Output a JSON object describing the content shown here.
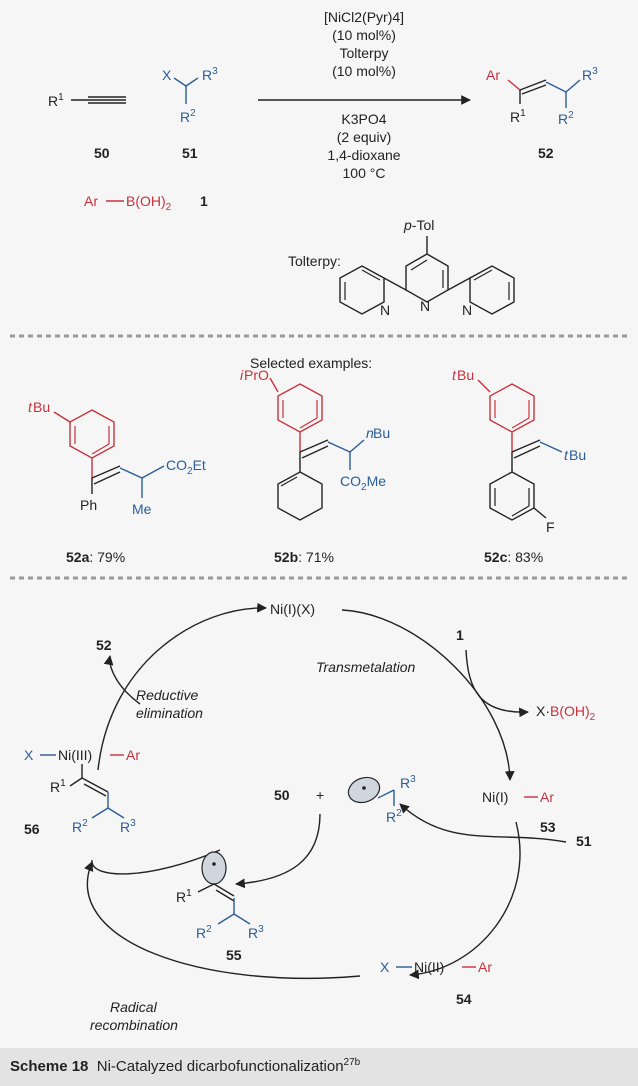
{
  "scheme": {
    "reagents": [
      "[NiCl2(Pyr)4]",
      "(10 mol%)",
      "Tolterpy",
      "(10 mol%)",
      "K3PO4",
      "(2 equiv)",
      "1,4-dioxane",
      "100 °C"
    ],
    "labels": {
      "r1": "R",
      "x": "X",
      "r2": "R",
      "r3": "R",
      "ar": "Ar",
      "boron": "B(OH)",
      "c50": "50",
      "c51": "51",
      "c52": "52",
      "c1": "1"
    },
    "tolterpy_label": "Tolterpy:",
    "ptol": "p-Tol",
    "n_atom": "N"
  },
  "examples": {
    "heading": "Selected examples:",
    "items": [
      {
        "id": "52a",
        "yield": ": 79%",
        "subs": [
          "tBu",
          "CO2Et",
          "Ph",
          "Me"
        ]
      },
      {
        "id": "52b",
        "yield": ": 71%",
        "subs": [
          "iPrO",
          "nBu",
          "CO2Me"
        ]
      },
      {
        "id": "52c",
        "yield": ": 83%",
        "subs": [
          "tBu",
          "tBu",
          "F"
        ]
      }
    ]
  },
  "cycle": {
    "nix": "Ni(I)(X)",
    "transmetalation": "Transmetalation",
    "xboh": "X·B(OH)2",
    "ni1ar": "Ni(I)",
    "c53": "53",
    "c51": "51",
    "c54": "54",
    "ni2": "Ni(II)",
    "c55": "55",
    "c50": "50",
    "c56": "56",
    "ni3": "Ni(III)",
    "c52": "52",
    "c1": "1",
    "reductive": [
      "Reductive",
      "elimination"
    ],
    "radical": [
      "Radical",
      "recombination"
    ]
  },
  "caption": {
    "label": "Scheme 18",
    "text": "Ni-Catalyzed dicarbofunctionalization",
    "ref": "27b"
  }
}
